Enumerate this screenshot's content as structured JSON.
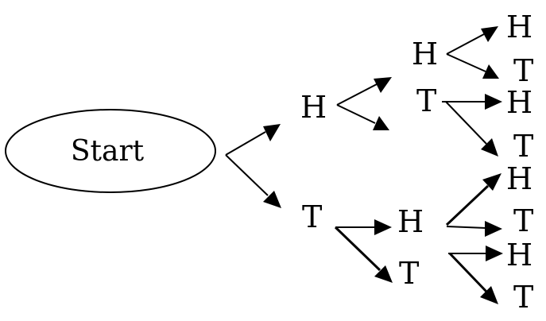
{
  "diagram": {
    "start": {
      "label": "Start"
    },
    "level1": {
      "heads": {
        "label": "H"
      },
      "tails": {
        "label": "T"
      }
    },
    "level2": {
      "hh": {
        "label": "H"
      },
      "ht": {
        "label": "T"
      },
      "th": {
        "label": "H"
      },
      "tt": {
        "label": "T"
      }
    },
    "level3": {
      "hhh": {
        "label": "H"
      },
      "hht": {
        "label": "T"
      },
      "hth": {
        "label": "H"
      },
      "htt": {
        "label": "T"
      },
      "thh": {
        "label": "H"
      },
      "tht": {
        "label": "T"
      },
      "tth": {
        "label": "H"
      },
      "ttt": {
        "label": "T"
      }
    }
  }
}
